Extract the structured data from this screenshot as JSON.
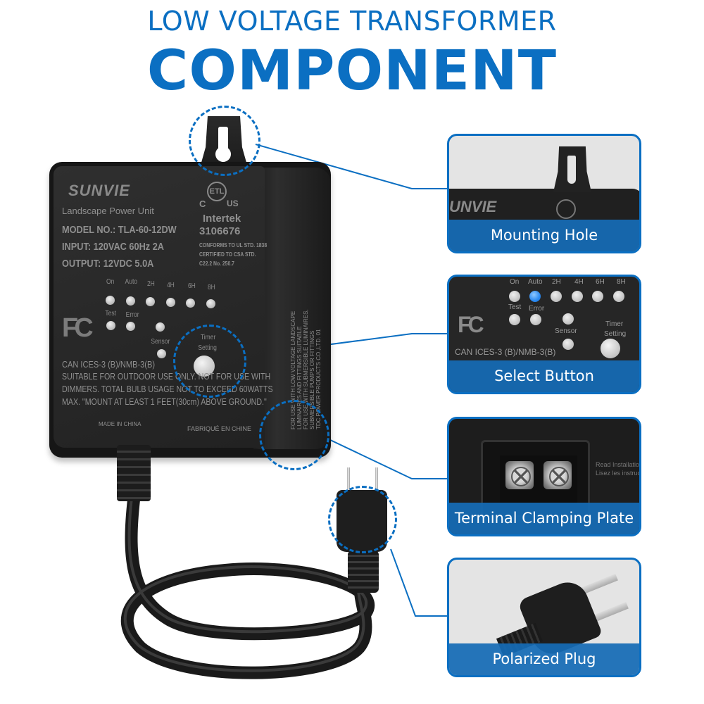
{
  "header": {
    "subtitle": "LOW VOLTAGE TRANSFORMER",
    "title": "COMPONENT"
  },
  "colors": {
    "accent_blue": "#0b6fc2",
    "label_bar": "#166cb6",
    "device_body": "#272727"
  },
  "device": {
    "brand": "SUNVIE",
    "unit_name": "Landscape Power Unit",
    "model": "MODEL NO.:  TLA-60-12DW",
    "input": "INPUT: 120VAC 60Hz 2A",
    "output": "OUTPUT: 12VDC 5.0A",
    "cert_mark": "ETL",
    "cert_c": "C",
    "cert_us": "US",
    "cert_lab": "Intertek",
    "cert_number": "3106676",
    "cert_line1": "CONFORMS TO UL STD. 1838",
    "cert_line2": "CERTIFIED TO CSA STD.",
    "cert_line3": "C22.2 No. 250.7",
    "leds_row1": [
      "On",
      "Auto",
      "2H",
      "4H",
      "6H",
      "8H"
    ],
    "leds_row2": [
      "Test",
      "Error"
    ],
    "sensor_label": "Sensor",
    "timer_label_1": "Timer",
    "timer_label_2": "Setting",
    "fcc_logo": "FC",
    "ices": "CAN ICES-3 (B)/NMB-3(B)",
    "warning_1": "SUITABLE FOR OUTDOOR USE ONLY. NOT FOR USE WITH",
    "warning_2": "DIMMERS. TOTAL BULB USAGE NOT TO EXCEED 60WATTS",
    "warning_3": "MAX. \"MOUNT AT LEAST 1 FEET(30cm) ABOVE GROUND.\"",
    "made_in": "MADE IN CHINA",
    "fabrique": "FABRIQUÉ EN CHINE",
    "side_1": "FOR USE WITH LOW VOLTAGE LANDSCAPE",
    "side_2": "LUMINAIRES AND FITTINGS SUITABLE",
    "side_3": "FOR USE WITH SUBMERSIBLE LUMINAIRES,",
    "side_4": "SUBMERSIBLE PUMPS OR FITTINGS",
    "side_5": "TDC POWER PRODUCTS CO.,LTD. 01"
  },
  "callouts": [
    {
      "label": "Mounting Hole"
    },
    {
      "label": "Select Button"
    },
    {
      "label": "Terminal Clamping Plate"
    },
    {
      "label": "Polarized Plug"
    }
  ],
  "select_card": {
    "leds_row1": [
      "On",
      "Auto",
      "2H",
      "4H",
      "6H",
      "8H"
    ],
    "active_led": "Auto",
    "leds_row2": [
      "Test",
      "Error"
    ],
    "sensor_label": "Sensor",
    "timer_label_1": "Timer",
    "timer_label_2": "Setting",
    "ices": "CAN ICES-3 (B)/NMB-3(B)"
  },
  "mount_card": {
    "brand_fragment": "UNVIE"
  },
  "terminal_card": {
    "read_1": "Read Installation I",
    "read_2": "Lisez les instructio"
  }
}
